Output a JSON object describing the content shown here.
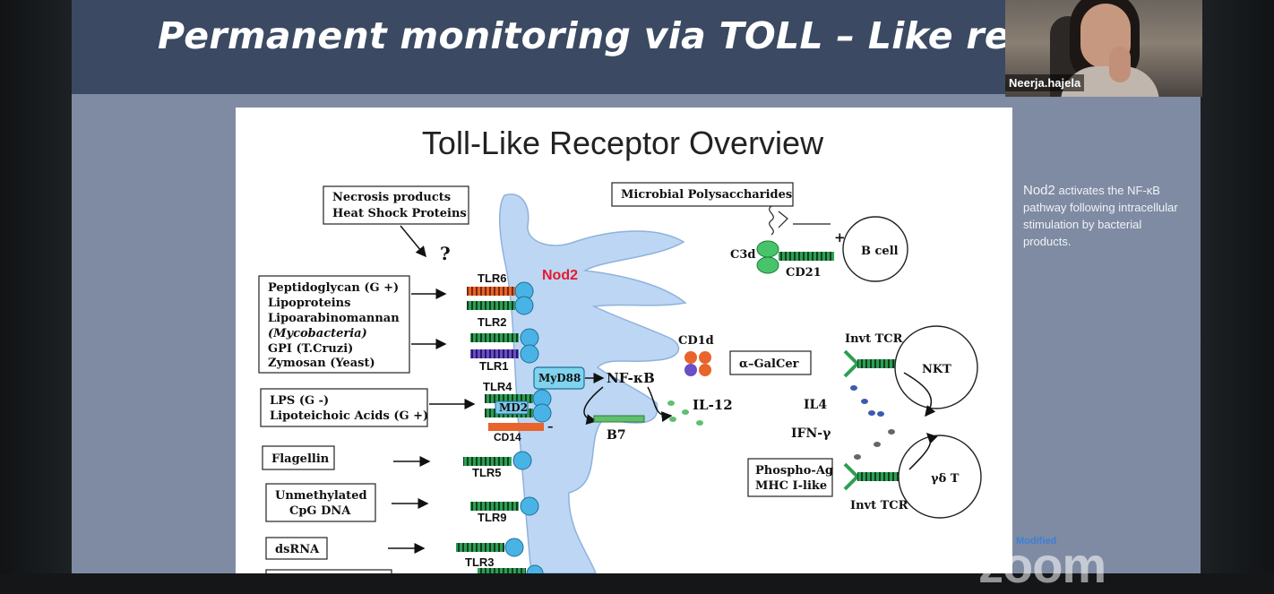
{
  "slide": {
    "title": "Permanent monitoring via TOLL – Like recep",
    "side_note": {
      "lead": "Nod2",
      "rest": " activates the NF-κB pathway following intracellular stimulation by bacterial products."
    }
  },
  "figure": {
    "title": "Toll-Like Receptor Overview",
    "boxes": {
      "necrosis": [
        "Necrosis products",
        "Heat Shock Proteins"
      ],
      "question": "?",
      "pg_group": [
        "Peptidoglycan (G +)",
        "Lipoproteins",
        "Lipoarabinomannan",
        "(Mycobacteria)",
        "GPI (T.Cruzi)",
        "Zymosan (Yeast)"
      ],
      "lps": [
        "LPS (G -)",
        "Lipoteichoic Acids (G +)"
      ],
      "flagellin": "Flagellin",
      "cpg": [
        "Unmethylated",
        "CpG DNA"
      ],
      "dsrna": "dsRNA",
      "microbial": "Microbial Polysaccharides",
      "galcer": "α–GalCer",
      "phospho": [
        "Phospho-Ag",
        "MHC I-like"
      ]
    },
    "receptors": {
      "tlr6": "TLR6",
      "tlr2": "TLR2",
      "tlr1": "TLR1",
      "tlr4": "TLR4",
      "md2": "MD2",
      "cd14": "CD14",
      "tlr5": "TLR5",
      "tlr9": "TLR9",
      "tlr3": "TLR3"
    },
    "labels": {
      "nod2": "Nod2",
      "myd88": "MyD88",
      "nfkb": "NF-κB",
      "il12": "IL-12",
      "b7": "B7",
      "cd1d": "CD1d",
      "c3d": "C3d",
      "cd21": "CD21",
      "bcell": "B cell",
      "plus": "+",
      "minus": "–",
      "inv_tcr_top": "Invt TCR",
      "inv_tcr_bottom": "Invt TCR",
      "nkt": "NKT",
      "il4": "IL4",
      "ifn": "IFN-γ",
      "gdt": "γδ T"
    },
    "colors": {
      "cell": "#bcd6f4",
      "receptor_ball": "#49b3e6",
      "green_bar": "#2f9e54",
      "orange_bar": "#e8642a",
      "purple_bar": "#6a4fc6",
      "red_text": "#e8182a"
    }
  },
  "video": {
    "participant_name": "Neerja.hajela"
  },
  "watermark": {
    "brand": "zoom",
    "sub": "Modified"
  }
}
